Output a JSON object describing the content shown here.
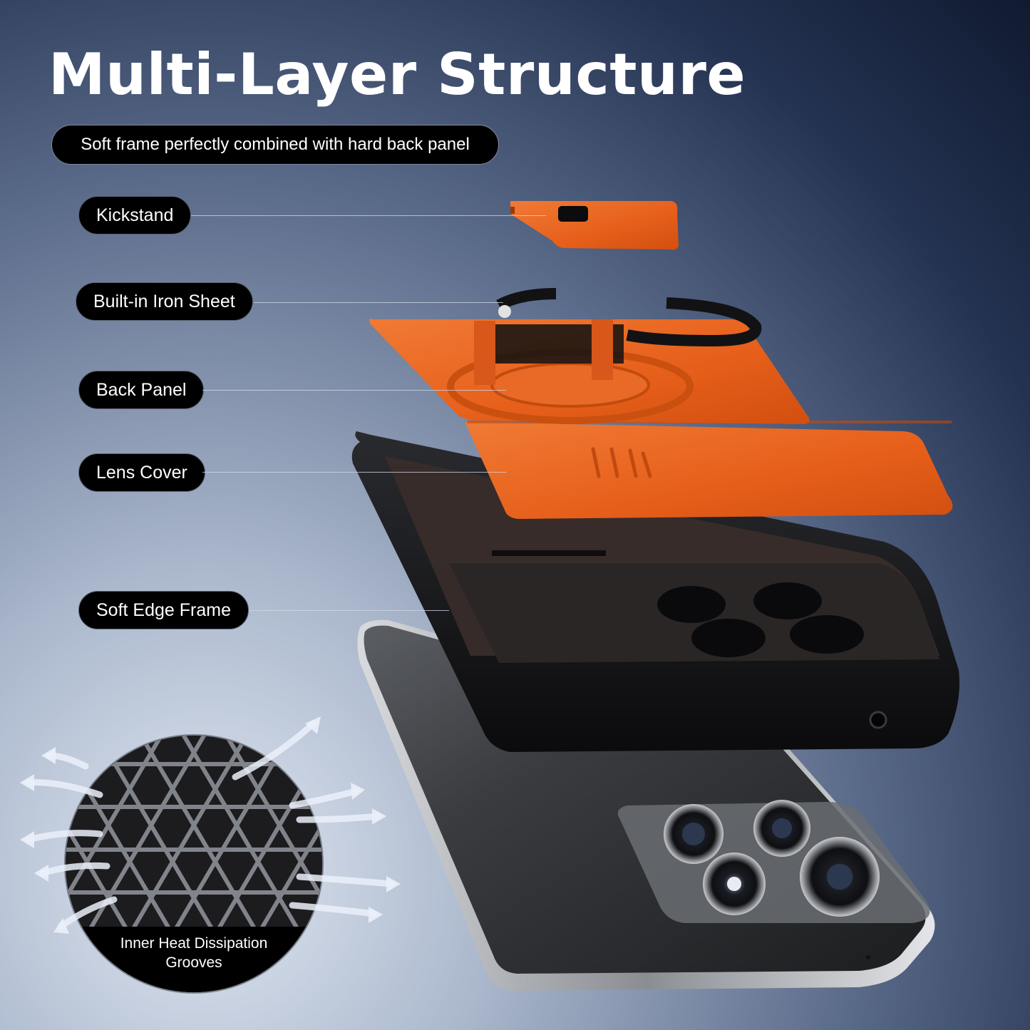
{
  "title": "Multi-Layer Structure",
  "subtitle": "Soft frame perfectly combined with hard back panel",
  "labels": {
    "kickstand": "Kickstand",
    "iron_sheet": "Built-in Iron Sheet",
    "back_panel": "Back Panel",
    "lens_cover": "Lens Cover",
    "soft_edge_frame": "Soft Edge Frame"
  },
  "heat_callout": {
    "line1": "Inner Heat Dissipation",
    "line2": "Grooves"
  },
  "colors": {
    "accent_orange": "#e8621c",
    "frame_black": "#0d0d0f",
    "phone_silver": "#b9bcc1"
  }
}
